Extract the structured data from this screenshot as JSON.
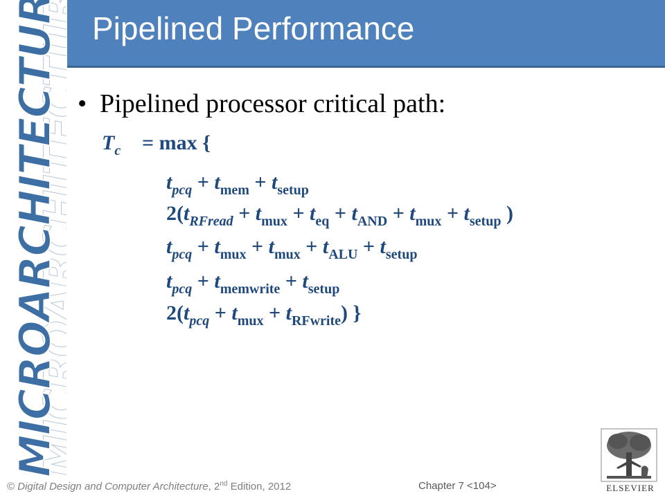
{
  "side_banner": {
    "text": "MICROARCHITECTURE"
  },
  "title": "Pipelined Performance",
  "bullet": {
    "symbol": "•",
    "text": "Pipelined processor critical path:"
  },
  "formula": {
    "lhs_var": "T",
    "lhs_sub": "c",
    "eq": "= max {",
    "t": "t",
    "sub": {
      "pcq": "pcq",
      "mem": "mem",
      "setup": "setup",
      "RFread": "RFread",
      "mux": "mux",
      "eq": "eq",
      "AND": "AND",
      "ALU": "ALU",
      "memwrite": "memwrite",
      "RFwrite": "RFwrite"
    },
    "plus": " + ",
    "two_open": "2(",
    "close_paren": " )",
    "close_paren_tight": ")",
    "close_brace": " }"
  },
  "footer": {
    "copyright_symbol": "©",
    "book_title": "Digital Design and Computer Architecture",
    "edition_prefix": ", 2",
    "edition_sup": "nd",
    "edition_suffix": " Edition, 2012",
    "chapter": "Chapter 7 <104>"
  },
  "logo": {
    "text": "ELSEVIER",
    "icon": "elsevier-tree-icon"
  },
  "colors": {
    "title_bar": "#4f81bd",
    "formula": "#1f497d",
    "banner": "#3e6fa4"
  }
}
